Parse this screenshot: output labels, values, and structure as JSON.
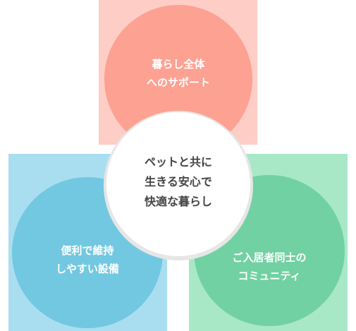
{
  "nodes": {
    "top": {
      "lines": [
        "暮らし全体",
        "へのサポート"
      ],
      "fill": "#fda192",
      "ring": "#fdcdc6"
    },
    "left": {
      "lines": [
        "便利で維持",
        "しやすい設備"
      ],
      "fill": "#72c8e0",
      "ring": "#a9def0"
    },
    "right": {
      "lines": [
        "ご入居者同士の",
        "コミュニティ"
      ],
      "fill": "#72d1a2",
      "ring": "#a8e8c7"
    },
    "center": {
      "lines": [
        "ペットと共に",
        "生きる安心で",
        "快適な暮らし"
      ],
      "fill": "#ffffff"
    }
  }
}
